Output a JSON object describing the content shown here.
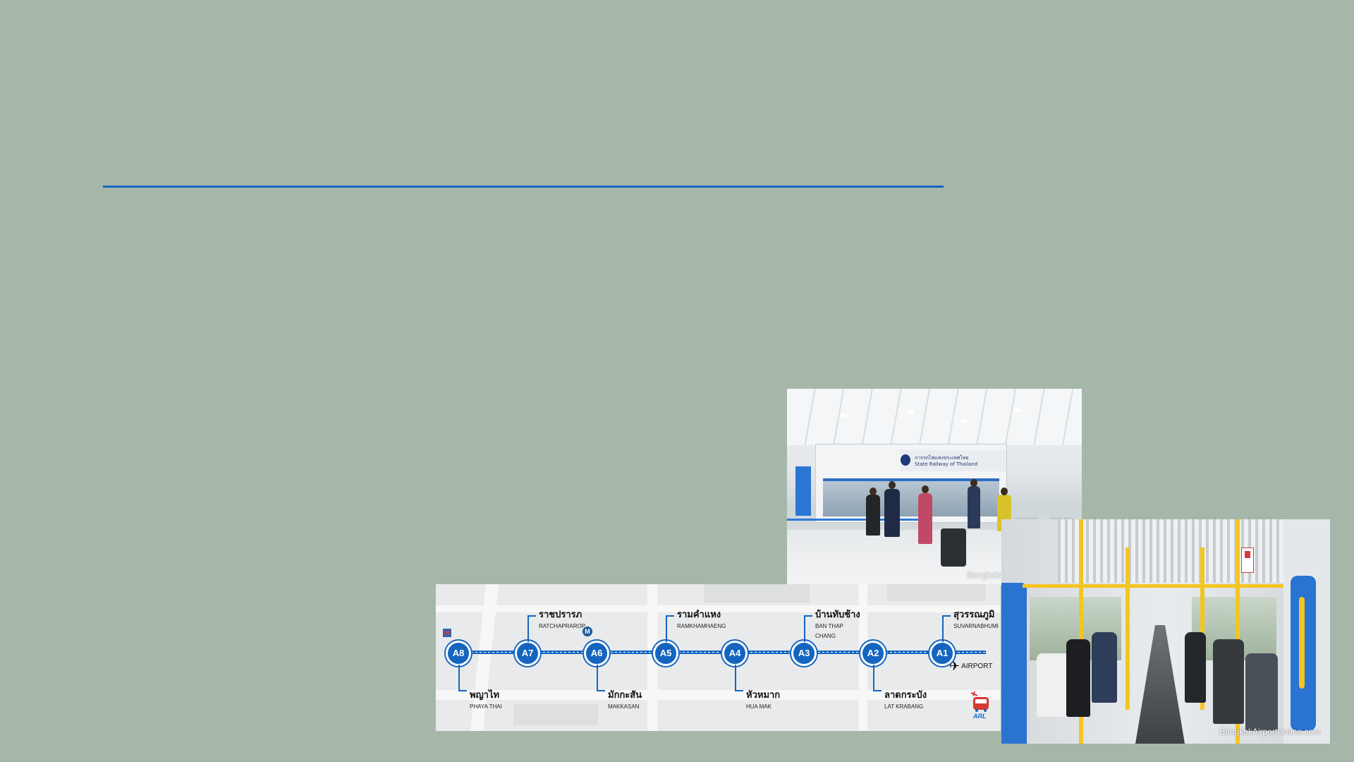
{
  "slide": {
    "background": "#a6b7aa",
    "accent_rule_color": "#1565c0"
  },
  "ticket_photo": {
    "sign_thai": "การรถไฟแห่งประเทศไทย",
    "sign_english": "State Railway of Thailand",
    "watermark": "BangkokAirportOnline.com"
  },
  "route_map": {
    "line_color": "#1565c0",
    "stations": [
      {
        "code": "A8",
        "thai": "พญาไท",
        "english": "PHAYA THAI",
        "position": "below"
      },
      {
        "code": "A7",
        "thai": "ราชปรารภ",
        "english": "RATCHAPRAROP",
        "position": "above"
      },
      {
        "code": "A6",
        "thai": "มักกะสัน",
        "english": "MAKKASAN",
        "position": "below"
      },
      {
        "code": "A5",
        "thai": "รามคำแหง",
        "english": "RAMKHAMHAENG",
        "position": "above"
      },
      {
        "code": "A4",
        "thai": "หัวหมาก",
        "english": "HUA MAK",
        "position": "below"
      },
      {
        "code": "A3",
        "thai": "บ้านทับช้าง",
        "english": "BAN THAP",
        "english_2": "CHANG",
        "position": "above"
      },
      {
        "code": "A2",
        "thai": "ลาดกระบัง",
        "english": "LAT KRABANG",
        "position": "below"
      },
      {
        "code": "A1",
        "thai": "สุวรรณภูมิ",
        "english": "SUVARNABHUMI",
        "position": "above"
      }
    ],
    "airport_label": "AIRPORT",
    "metro_icon_letter": "M",
    "arl_logo_text": "ARL",
    "icons": [
      "plane-icon",
      "metro-icon",
      "bts-icon",
      "arl-logo"
    ]
  },
  "train_photo": {
    "watermark": "BangkokAirportOnline.com"
  }
}
